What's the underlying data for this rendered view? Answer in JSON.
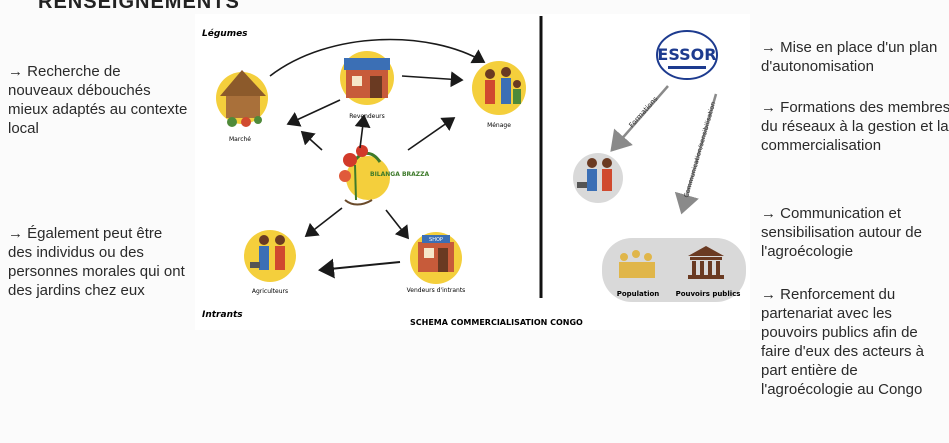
{
  "top_title_cut": "RENSEIGNEMENTS",
  "left_notes": [
    "→ Recherche de nouveaux débouchés mieux adaptés au contexte local",
    "→ Également peut être des individus ou des personnes morales qui ont des jardins chez eux"
  ],
  "schema": {
    "label_top": "Légumes",
    "label_bottom": "Intrants",
    "caption": "SCHEMA COMMERCIALISATION CONGO",
    "nodes": {
      "marche": "Marché",
      "revendeurs": "Revendeurs",
      "menage": "Ménage",
      "center": "BILANGA BRAZZA",
      "agriculteurs": "Agriculteurs",
      "vendeurs_intrants": "Vendeurs d'intrants",
      "shop": "SHOP"
    }
  },
  "essor": {
    "logo": "ESSOR",
    "arrow_left_label": "Formations",
    "arrow_right_label": "Communication/sensibilisation",
    "population": "Population",
    "pouvoirs_publics": "Pouvoirs publics"
  },
  "right_notes": [
    "→ Mise en place d'un plan d'autonomisation",
    "→ Formations des membres du réseaux à la gestion et la commercialisation",
    "→ Communication et sensibilisation autour de l'agroécologie",
    "→ Renforcement du partenariat avec les pouvoirs publics afin de faire d'eux des acteurs à part entière de l'agroécologie au Congo"
  ],
  "colors": {
    "accent_yellow": "#f4cf3c",
    "essor_blue": "#1d3b8f",
    "grey_bubble": "#d9d9d9"
  }
}
